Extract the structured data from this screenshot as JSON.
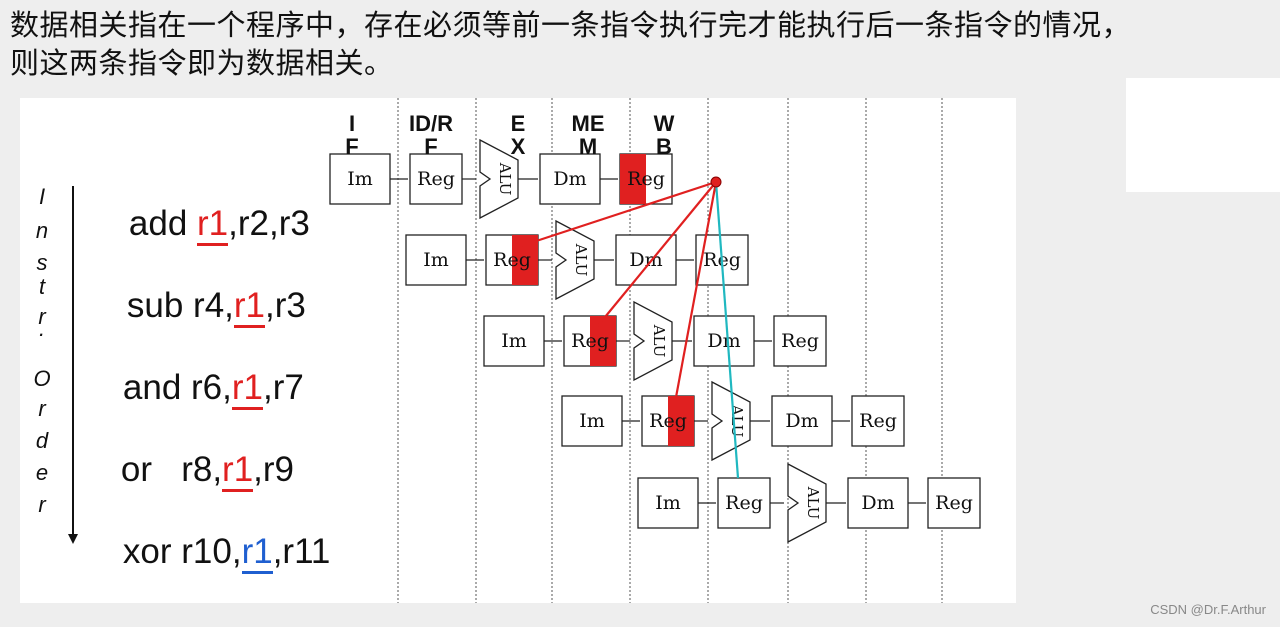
{
  "caption": {
    "line1": "数据相关指在一个程序中，存在必须等前一条指令执行完才能执行后一条指令的情况，",
    "line2": "则这两条指令即为数据相关。"
  },
  "stages": [
    "I F",
    "ID/R F",
    "E X",
    "ME M",
    "W B"
  ],
  "order_label": [
    "I",
    "n",
    "s",
    "t",
    "r",
    ".",
    "O",
    "r",
    "d",
    "e",
    "r"
  ],
  "instructions": [
    {
      "pre": "add ",
      "reg": "r1",
      "post": ",r2,r3"
    },
    {
      "pre": "sub r4,",
      "reg": "r1",
      "post": ",r3"
    },
    {
      "pre": "and r6,",
      "reg": "r1",
      "post": ",r7"
    },
    {
      "pre": "or   r8,",
      "reg": "r1",
      "post": ",r9"
    },
    {
      "pre": "xor r10,",
      "reg": "r1",
      "post": ",r11"
    }
  ],
  "blocks": {
    "im": "Im",
    "reg": "Reg",
    "alu": "ALU",
    "dm": "Dm"
  },
  "colors": {
    "hazard": "#e02020",
    "ok": "#1f5fd0",
    "forward": "#20b8c0"
  },
  "watermark": "CSDN @Dr.F.Arthur"
}
